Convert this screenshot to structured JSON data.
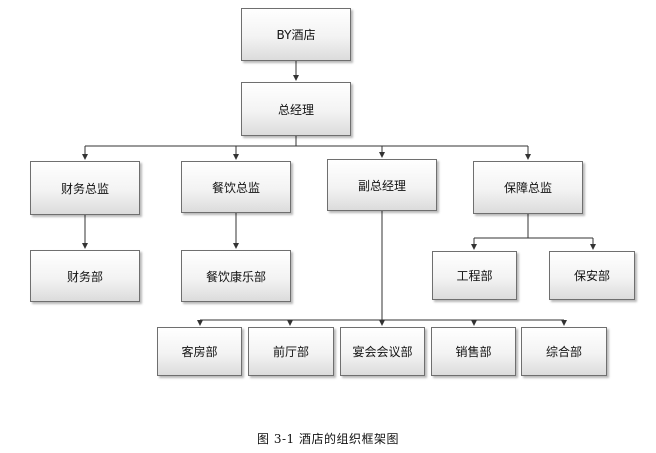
{
  "org_chart": {
    "root": "BY酒店",
    "gm": "总经理",
    "finance_director": "财务总监",
    "finance_dept": "财务部",
    "food_director": "餐饮总监",
    "food_dept": "餐饮康乐部",
    "deputy_gm": "副总经理",
    "security_director": "保障总监",
    "engineering_dept": "工程部",
    "security_dept": "保安部",
    "rooms_dept": "客房部",
    "front_office_dept": "前厅部",
    "banquet_dept": "宴会会议部",
    "sales_dept": "销售部",
    "general_dept": "综合部"
  },
  "caption": "图 3-1 酒店的组织框架图"
}
